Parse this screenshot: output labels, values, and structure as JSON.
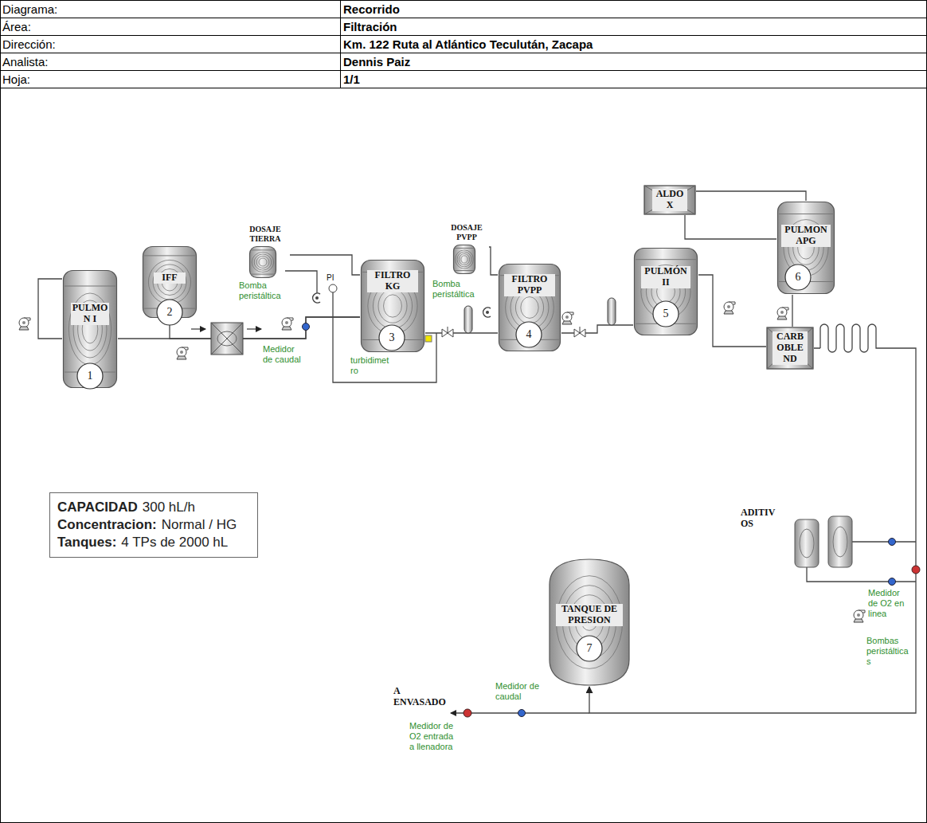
{
  "diagram": {
    "nodes": [
      {
        "text": [
          "PULMO N I"
        ]
      },
      {
        "text": [
          "1"
        ],
        "in": 0
      },
      {
        "text": [
          "IFF"
        ]
      },
      {
        "text": [
          "2"
        ],
        "in": 2
      },
      {
        "text": [
          "DOSAJE TIERRA"
        ]
      },
      {
        "text": [
          "FILTRO KG"
        ]
      },
      {
        "text": [
          "3"
        ],
        "in": 5
      },
      {
        "text": [
          "DOSAJE PVPP"
        ]
      },
      {
        "text": [
          "FILTRO PVPP"
        ]
      },
      {
        "text": [
          "4"
        ],
        "in": 8
      },
      {
        "text": [
          "PULMÓN II"
        ]
      },
      {
        "text": [
          "5"
        ],
        "in": 10
      },
      {
        "text": [
          "ALDO X"
        ]
      },
      {
        "text": [
          "PULMON APG"
        ]
      },
      {
        "text": [
          "6"
        ],
        "in": 13
      },
      {
        "text": [
          "CARB OBLE ND"
        ]
      },
      {
        "text": [
          "CAPACIDAD",
          "300 hL/h",
          "Concentracion:",
          "Normal / HG",
          "Tanques:",
          "4 TPs de 2000 hL"
        ]
      },
      {
        "text": [
          "TANQUE DE PRESION"
        ]
      },
      {
        "text": [
          "7"
        ],
        "in": 17
      }
    ],
    "edges": [
      {
        "from": 0,
        "to": 5,
        "arrow": "none"
      },
      {
        "from": 2,
        "to": 5,
        "arrow": "none"
      },
      {
        "from": 4,
        "to": 5,
        "arrow": "none"
      },
      {
        "from": 5,
        "to": 8,
        "arrow": "none"
      },
      {
        "from": 7,
        "to": 8,
        "arrow": "none"
      },
      {
        "from": 8,
        "to": 10,
        "arrow": "none"
      },
      {
        "from": 10,
        "to": 15,
        "arrow": "none"
      },
      {
        "from": 12,
        "to": 13,
        "arrow": "none"
      },
      {
        "from": 12,
        "to": 13,
        "arrow": "none"
      },
      {
        "from": 13,
        "to": 15,
        "arrow": "none"
      },
      {
        "from": 15,
        "to": 17,
        "arrow": "to"
      }
    ],
    "labels": [
      "Diagrama:",
      "Recorrido",
      "Área:",
      "Filtración",
      "Dirección:",
      "Km. 122 Ruta al Atlántico Teculután, Zacapa",
      "Analista:",
      "Dennis Paiz",
      "Hoja:",
      "1/1",
      "Bomba peristáltica",
      "PI",
      "Medidor de caudal",
      "turbidimet ro",
      "Bomba peristáltica",
      "ADITIV OS",
      "Medidor de O2 en linea",
      "Bombas peristáltica s",
      "A ENVASADO",
      "Medidor de caudal",
      "Medidor de O2 entrada a llenadora"
    ]
  }
}
